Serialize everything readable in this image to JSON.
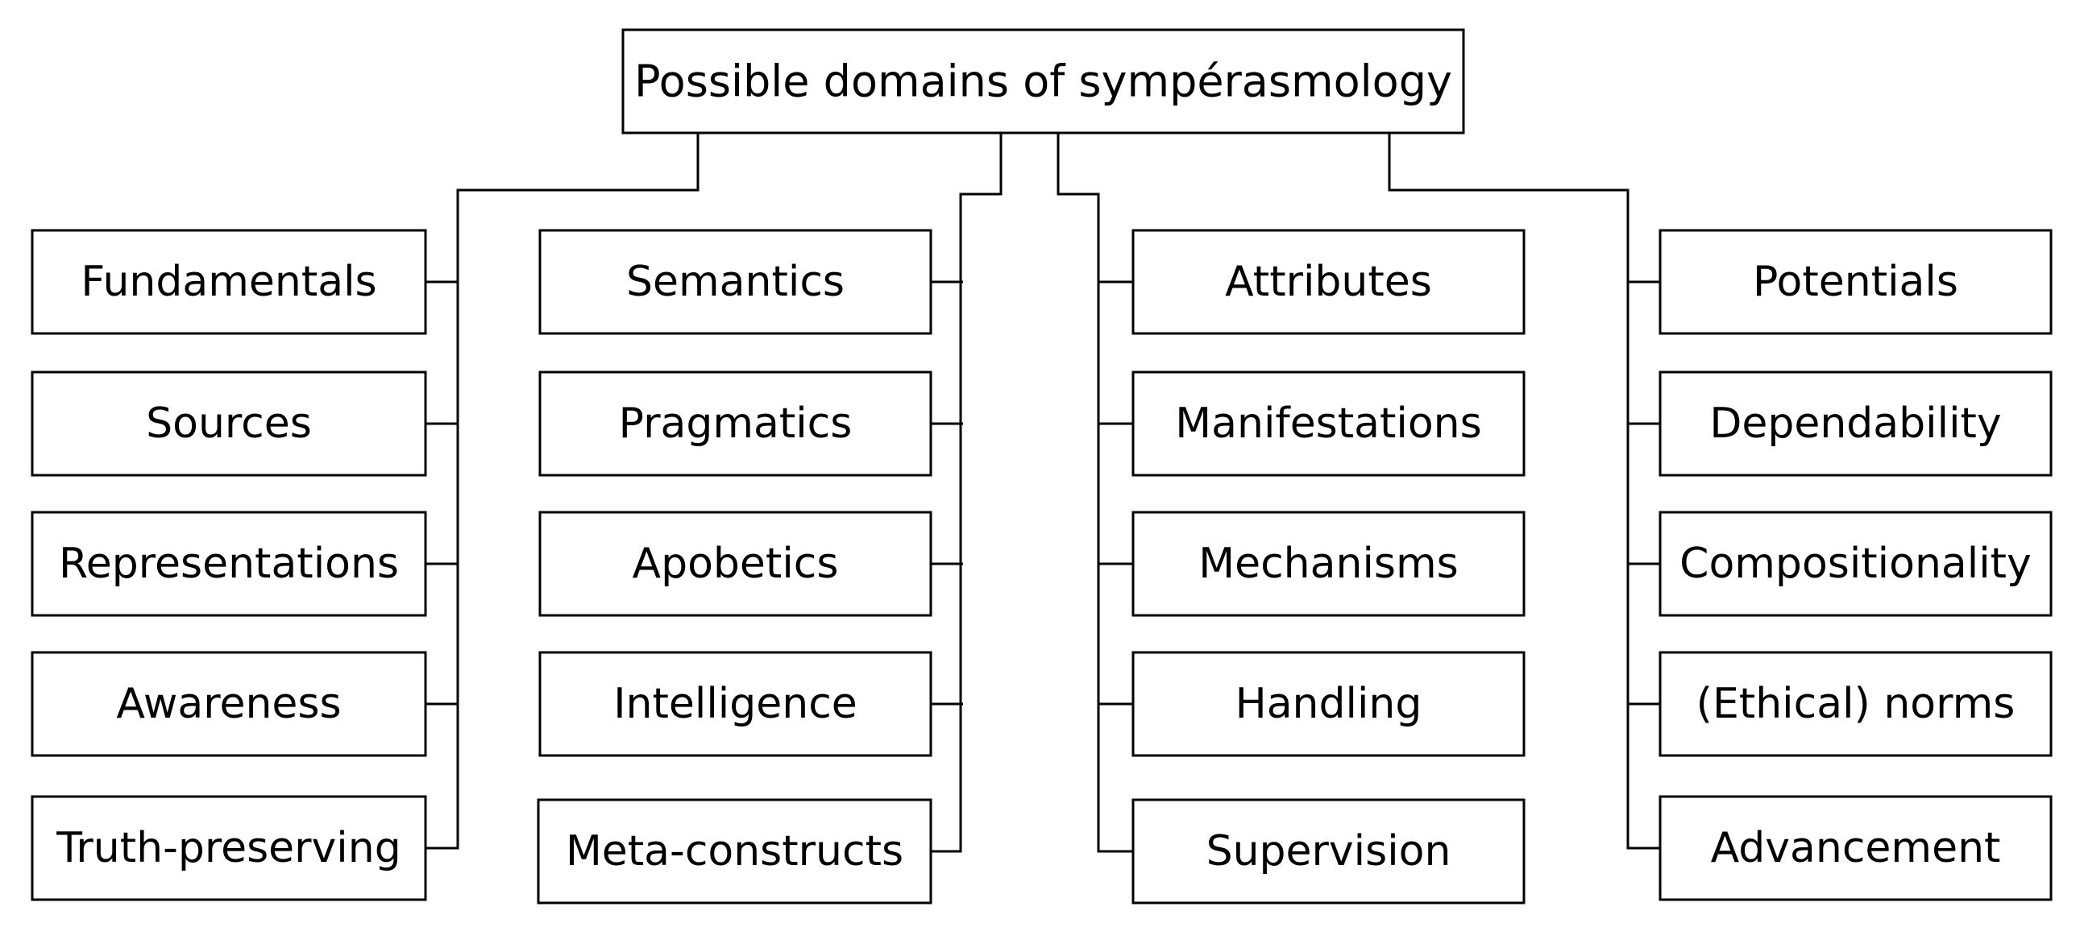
{
  "diagram": {
    "root": "Possible domains of sympérasmology",
    "columns": [
      {
        "id": "col1",
        "items": [
          "Fundamentals",
          "Sources",
          "Representations",
          "Awareness",
          "Truth-preserving"
        ]
      },
      {
        "id": "col2",
        "items": [
          "Semantics",
          "Pragmatics",
          "Apobetics",
          "Intelligence",
          "Meta-constructs"
        ]
      },
      {
        "id": "col3",
        "items": [
          "Attributes",
          "Manifestations",
          "Mechanisms",
          "Handling",
          "Supervision"
        ]
      },
      {
        "id": "col4",
        "items": [
          "Potentials",
          "Dependability",
          "Compositionality",
          "(Ethical) norms",
          "Advancement"
        ]
      }
    ],
    "colors": {
      "stroke": "#000000",
      "fill": "#ffffff",
      "text": "#000000"
    }
  }
}
